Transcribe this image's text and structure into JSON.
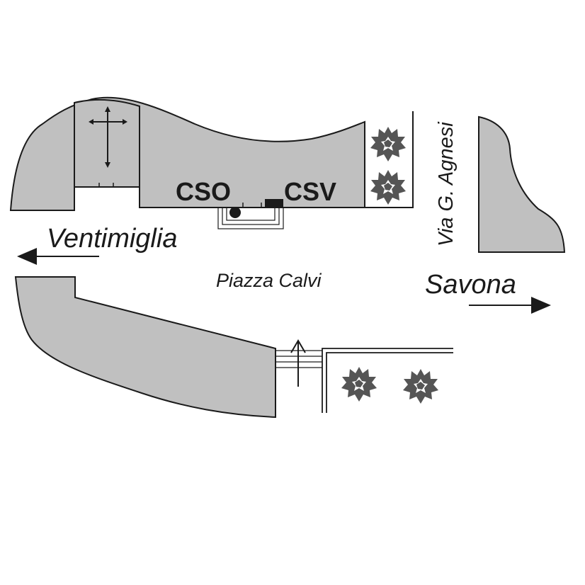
{
  "labels": {
    "cso": "CSO",
    "csv": "CSV",
    "ventimiglia": "Ventimiglia",
    "savona": "Savona",
    "piazza": "Piazza Calvi",
    "via": "Via G. Agnesi"
  },
  "icons": {
    "church": "cross-icon",
    "trees": "tree-icon",
    "direction": "arrow-icon",
    "stairs": "stairs-icon"
  },
  "colors": {
    "building_fill": "#c0c0c0",
    "line": "#1a1a1a",
    "tree": "#555555",
    "background": "#ffffff"
  }
}
